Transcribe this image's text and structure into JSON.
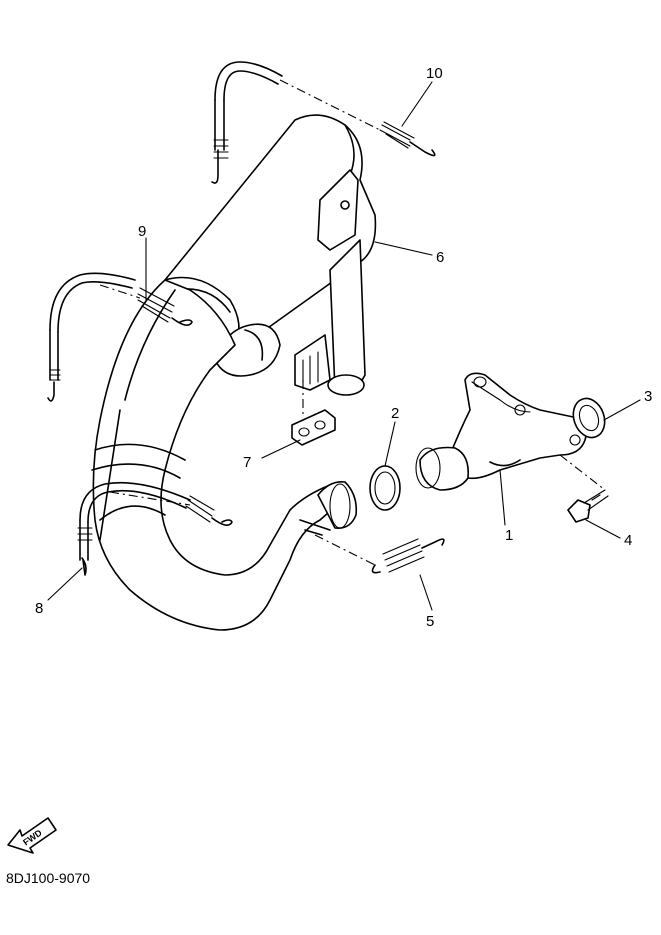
{
  "diagram": {
    "part_numbers": [
      "1",
      "2",
      "3",
      "4",
      "5",
      "6",
      "7",
      "8",
      "9",
      "10"
    ],
    "fwd_label": "FWD",
    "catalog_code": "8DJ100-9070"
  }
}
